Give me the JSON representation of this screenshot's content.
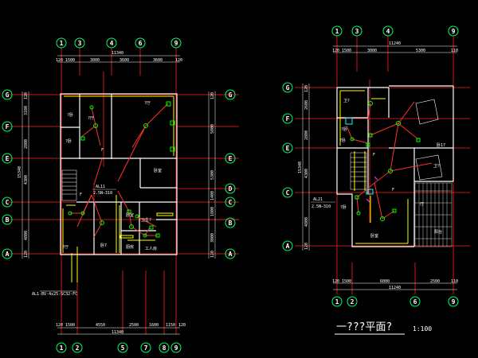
{
  "colors": {
    "background": "#000000",
    "wall": "#ffffff",
    "grid": "#ff2020",
    "wire": "#ff3030",
    "fixture": "#00ff00",
    "bubble": "#00ff66",
    "yellow": "#ffff00",
    "cyan": "#00ffff",
    "magenta": "#ff44ff"
  },
  "left_plan": {
    "top_axis_labels": [
      "1",
      "3",
      "4",
      "6",
      "9"
    ],
    "top_dims": [
      "120",
      "1500",
      "3000",
      "3600",
      "3600",
      "120"
    ],
    "top_total": "11340",
    "bottom_axis_labels": [
      "1",
      "2",
      "5",
      "7",
      "8",
      "9"
    ],
    "bottom_dims": [
      "120",
      "1500",
      "4550",
      "2500",
      "1600",
      "1150",
      "120"
    ],
    "bottom_total": "11340",
    "row_labels_left": [
      "G",
      "F",
      "E",
      "C",
      "B",
      "A"
    ],
    "row_labels_right": [
      "G",
      "E",
      "D",
      "C",
      "B",
      "A"
    ],
    "left_dims": [
      "120",
      "3100",
      "2800",
      "15340",
      "4300",
      "4800",
      "120"
    ],
    "right_dims": [
      "120",
      "5800",
      "5300",
      "1400",
      "1800",
      "3000",
      "120"
    ],
    "panel_label": "AL11",
    "panel_cable": "2.5N—310",
    "cable_note": "AL1-BV-4x25-SC32-FC",
    "rooms": [
      "?卧",
      "?厅",
      "?厅",
      "卧室",
      "?卧",
      "卧室",
      "?厅",
      "卧7",
      "厨房",
      "卫生?",
      "工人房",
      "F",
      "F"
    ]
  },
  "right_plan": {
    "top_axis_labels": [
      "1",
      "3",
      "4",
      "9"
    ],
    "top_dims": [
      "120",
      "1500",
      "3000",
      "5300",
      "110"
    ],
    "top_total": "11240",
    "bottom_axis_labels": [
      "1",
      "2",
      "6",
      "9"
    ],
    "bottom_dims": [
      "120",
      "1500",
      "6000",
      "2500",
      "110"
    ],
    "bottom_total": "11240",
    "row_labels": [
      "G",
      "F",
      "E",
      "C",
      "A"
    ],
    "left_dims": [
      "120",
      "2600",
      "2800",
      "15340",
      "4300",
      "4800",
      "120"
    ],
    "panel_label": "AL21",
    "panel_cable": "2.5N—310",
    "rooms": [
      "卫?",
      "?卧",
      "?卧",
      "卧17",
      "卫?",
      "卧室",
      "?卧",
      "阳台",
      "厅",
      "F",
      "F"
    ]
  },
  "title": {
    "text": "一???平面?",
    "scale": "1:100"
  }
}
